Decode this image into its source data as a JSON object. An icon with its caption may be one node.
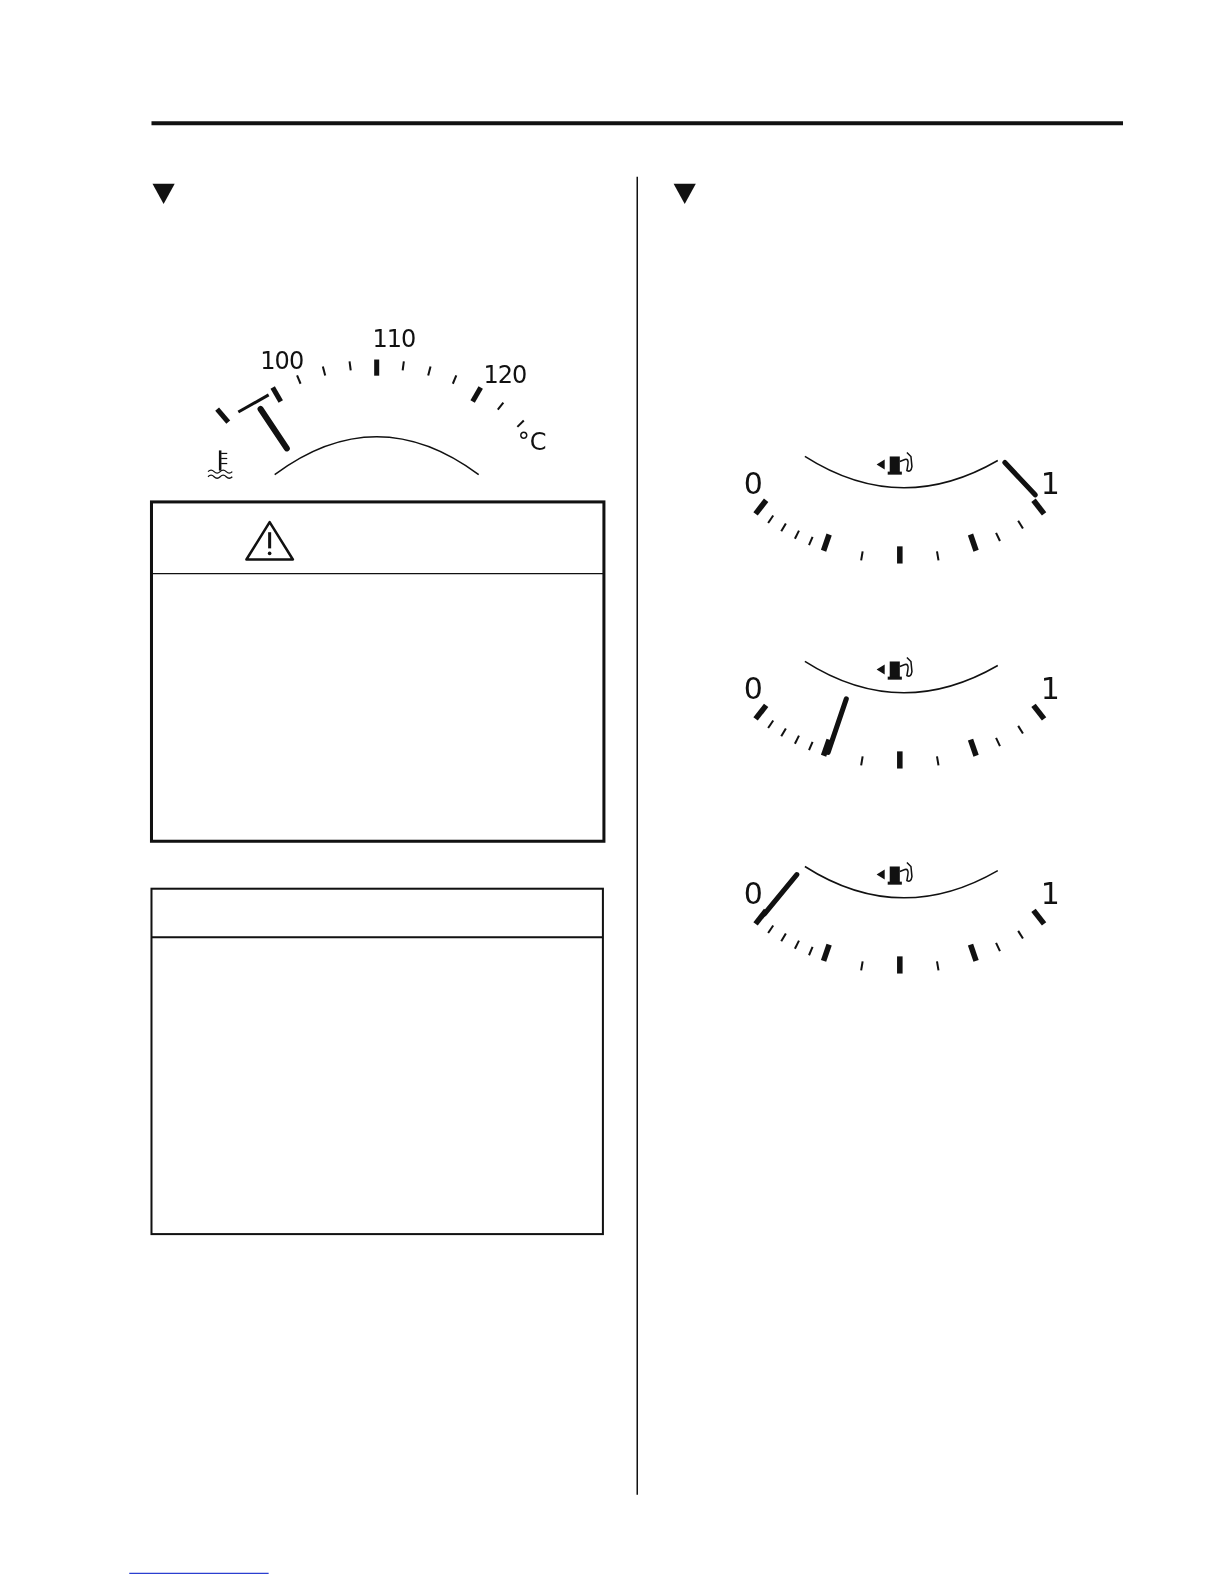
{
  "diagram": {
    "nodes": [
      {
        "text": [],
        "shape": "box"
      },
      {
        "text": [],
        "shape": "box"
      }
    ],
    "labels": [
      "100",
      "110",
      "120",
      "°C",
      "0",
      "1",
      "0",
      "1",
      "0",
      "1"
    ]
  }
}
